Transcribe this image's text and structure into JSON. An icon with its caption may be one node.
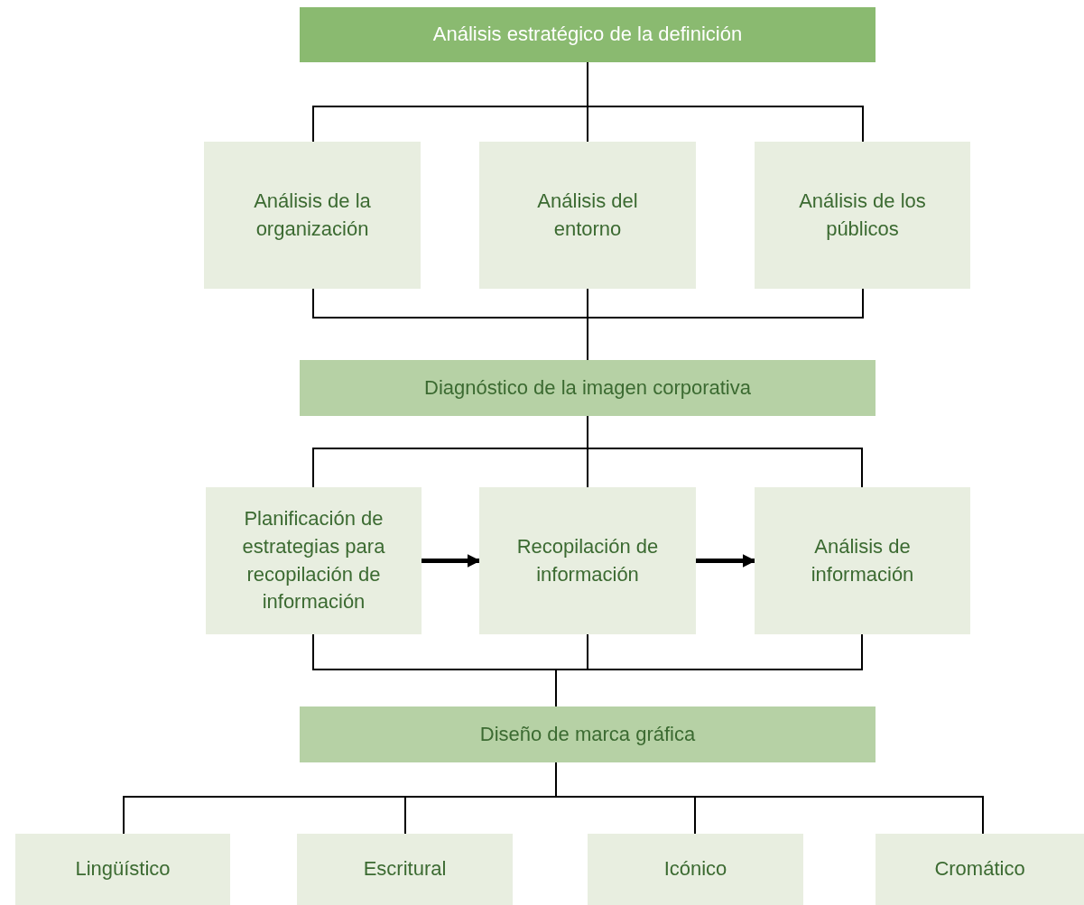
{
  "diagram": {
    "nodes": [
      {
        "text": [
          "Análisis estratégico de la definición"
        ]
      },
      {
        "text": [
          "Análisis de la organización"
        ]
      },
      {
        "text": [
          "Análisis del entorno"
        ]
      },
      {
        "text": [
          "Análisis de los públicos"
        ]
      },
      {
        "text": [
          "Diagnóstico de la imagen corporativa"
        ]
      },
      {
        "text": [
          "Planificación de estrategias para recopilación de información"
        ]
      },
      {
        "text": [
          "Recopilación de información"
        ]
      },
      {
        "text": [
          "Análisis de información"
        ]
      },
      {
        "text": [
          "Diseño de marca gráfica"
        ]
      },
      {
        "text": [
          "Lingüístico"
        ]
      },
      {
        "text": [
          "Escritural"
        ]
      },
      {
        "text": [
          "Icónico"
        ]
      },
      {
        "text": [
          "Cromático"
        ]
      }
    ],
    "edges": [
      {
        "from": 0,
        "to": 1,
        "arrow": "none"
      },
      {
        "from": 0,
        "to": 2,
        "arrow": "none"
      },
      {
        "from": 0,
        "to": 3,
        "arrow": "none"
      },
      {
        "from": 1,
        "to": 4,
        "arrow": "none"
      },
      {
        "from": 2,
        "to": 4,
        "arrow": "none"
      },
      {
        "from": 3,
        "to": 4,
        "arrow": "none"
      },
      {
        "from": 4,
        "to": 5,
        "arrow": "none"
      },
      {
        "from": 4,
        "to": 6,
        "arrow": "none"
      },
      {
        "from": 4,
        "to": 7,
        "arrow": "none"
      },
      {
        "from": 5,
        "to": 6,
        "arrow": "to",
        "style": "thick"
      },
      {
        "from": 6,
        "to": 7,
        "arrow": "to",
        "style": "thick"
      },
      {
        "from": 5,
        "to": 8,
        "arrow": "none"
      },
      {
        "from": 6,
        "to": 8,
        "arrow": "none"
      },
      {
        "from": 7,
        "to": 8,
        "arrow": "none"
      },
      {
        "from": 8,
        "to": 9,
        "arrow": "none"
      },
      {
        "from": 8,
        "to": 10,
        "arrow": "none"
      },
      {
        "from": 8,
        "to": 11,
        "arrow": "none"
      },
      {
        "from": 8,
        "to": 12,
        "arrow": "none"
      }
    ]
  }
}
